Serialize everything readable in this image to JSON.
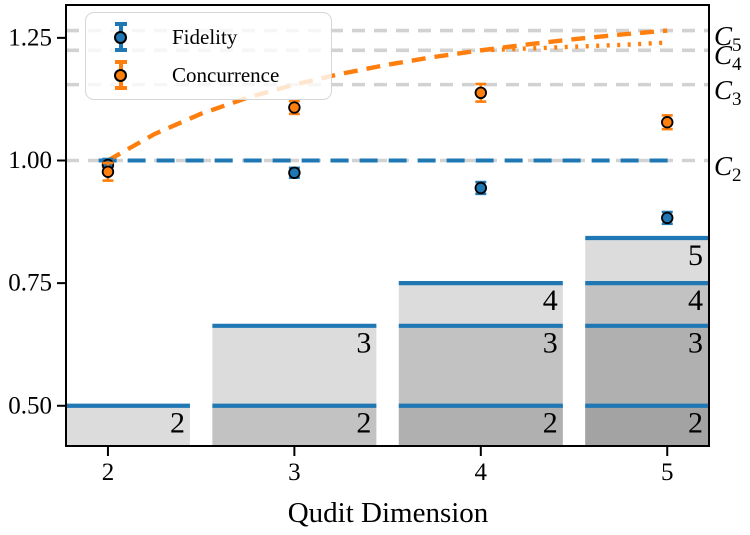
{
  "chart_data": {
    "type": "line",
    "title": "",
    "xlabel": "Qudit Dimension",
    "ylabel": "",
    "xlim": [
      1.775,
      5.224
    ],
    "ylim": [
      0.418,
      1.317
    ],
    "grid": false,
    "legend_position": "upper left",
    "x_ticks": [
      {
        "label": "2",
        "value": 2
      },
      {
        "label": "3",
        "value": 3
      },
      {
        "label": "4",
        "value": 4
      },
      {
        "label": "5",
        "value": 5
      }
    ],
    "y_ticks": [
      {
        "label": "0.50",
        "value": 0.5
      },
      {
        "label": "0.75",
        "value": 0.75
      },
      {
        "label": "1.00",
        "value": 1.0
      },
      {
        "label": "1.25",
        "value": 1.25
      }
    ],
    "series": [
      {
        "name": "Fidelity",
        "color": "#1f77b4",
        "x": [
          2,
          3,
          4,
          5
        ],
        "y": [
          0.991,
          0.975,
          0.944,
          0.883
        ],
        "yerr": [
          0.012,
          0.01,
          0.012,
          0.012
        ]
      },
      {
        "name": "Concurrence",
        "color": "#ff7f0e",
        "x": [
          2,
          3,
          4,
          5
        ],
        "y": [
          0.977,
          1.108,
          1.138,
          1.078
        ],
        "yerr": [
          0.018,
          0.013,
          0.018,
          0.014
        ]
      }
    ],
    "theory_lines": {
      "fidelity_ideal": {
        "style": "dashed",
        "color": "#1f77b4",
        "y": 1.0,
        "x_range": [
          1.95,
          5.03
        ]
      },
      "concurrence_ideal": {
        "style": "dashed",
        "color": "#ff7f0e",
        "points": [
          [
            2,
            1.0
          ],
          [
            2.25,
            1.0541
          ],
          [
            2.5,
            1.0954
          ],
          [
            2.75,
            1.1282
          ],
          [
            3,
            1.1547
          ],
          [
            3.25,
            1.1767
          ],
          [
            3.5,
            1.1952
          ],
          [
            3.75,
            1.2111
          ],
          [
            4,
            1.2247
          ],
          [
            4.25,
            1.2367
          ],
          [
            4.5,
            1.2472
          ],
          [
            4.75,
            1.2566
          ],
          [
            5,
            1.2649
          ]
        ]
      },
      "concurrence_alt": {
        "style": "dotted",
        "color": "#ff7f0e",
        "points": [
          [
            4,
            1.2247
          ],
          [
            4.3,
            1.229
          ],
          [
            4.6,
            1.2335
          ],
          [
            4.8,
            1.2365
          ],
          [
            5,
            1.2405
          ]
        ]
      }
    },
    "reference_lines": [
      {
        "label_base": "C",
        "label_sub": "2",
        "value": 1.0
      },
      {
        "label_base": "C",
        "label_sub": "3",
        "value": 1.1547
      },
      {
        "label_base": "C",
        "label_sub": "4",
        "value": 1.2247
      },
      {
        "label_base": "C",
        "label_sub": "5",
        "value": 1.2649
      }
    ],
    "level_bars": {
      "fill": "rgba(128,128,128,0.28)",
      "line_color": "#1f77b4",
      "label_color": "rgba(31,119,180,0.85)",
      "bars": [
        {
          "dim": 2,
          "levels": [
            {
              "label": "2",
              "height": 0.5
            }
          ]
        },
        {
          "dim": 3,
          "levels": [
            {
              "label": "2",
              "height": 0.5
            },
            {
              "label": "3",
              "height": 0.663
            }
          ]
        },
        {
          "dim": 4,
          "levels": [
            {
              "label": "2",
              "height": 0.5
            },
            {
              "label": "3",
              "height": 0.663
            },
            {
              "label": "4",
              "height": 0.75
            }
          ]
        },
        {
          "dim": 5,
          "levels": [
            {
              "label": "2",
              "height": 0.5
            },
            {
              "label": "3",
              "height": 0.663
            },
            {
              "label": "4",
              "height": 0.75
            },
            {
              "label": "5",
              "height": 0.842
            }
          ]
        }
      ]
    },
    "legend": {
      "items": [
        {
          "label": "Fidelity",
          "color": "#1f77b4"
        },
        {
          "label": "Concurrence",
          "color": "#ff7f0e"
        }
      ]
    },
    "colors": {
      "blue": "#1f77b4",
      "orange": "#ff7f0e",
      "reference_gray": "#d2d2d2",
      "spine": "#000000"
    }
  }
}
